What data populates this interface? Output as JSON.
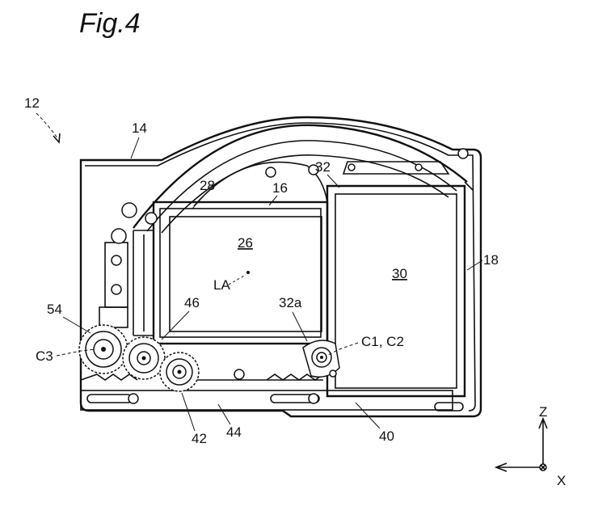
{
  "figure": {
    "title": "Fig.4"
  },
  "labels": {
    "device": "12",
    "housing": "14",
    "frame": "16",
    "side_plate": "18",
    "sensor": "26",
    "holder": "28",
    "battery": "30",
    "carrier": "32",
    "carrier_arm": "32a",
    "rack": "40",
    "pinion": "42",
    "slider": "44",
    "gear": "46",
    "motor_gear": "54",
    "axis_c3": "C3",
    "axis_c1c2": "C1, C2",
    "optical_axis": "LA"
  },
  "axes": {
    "z": "Z",
    "x": "X"
  }
}
